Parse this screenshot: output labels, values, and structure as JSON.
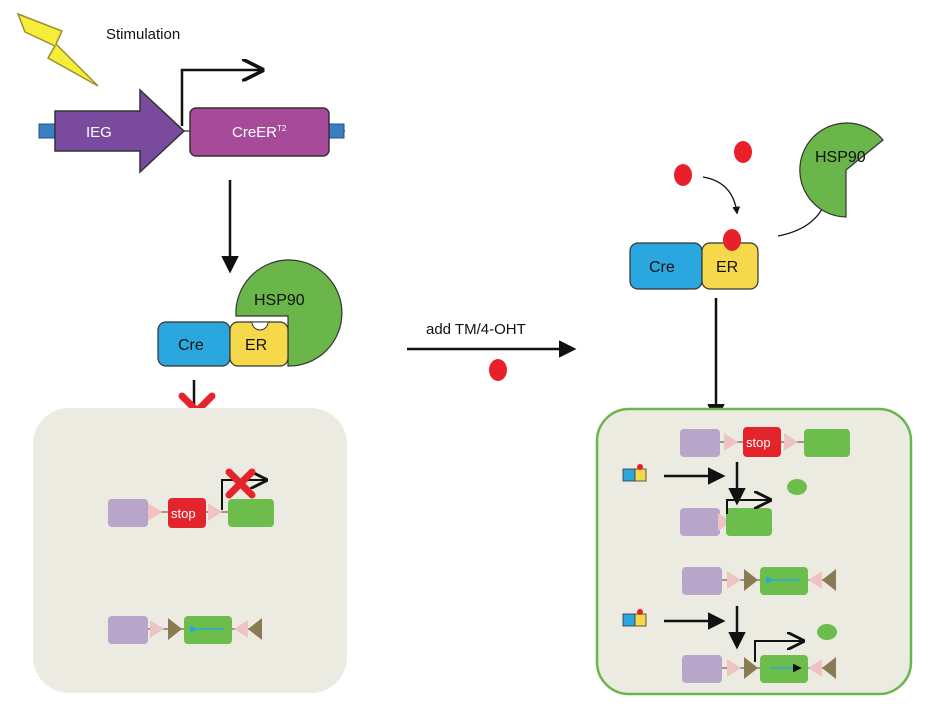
{
  "stimulation_label": "Stimulation",
  "gene_construct": {
    "promoter_label": "IEG",
    "gene_label": "CreER",
    "gene_superscript": "T2"
  },
  "inactive_complex": {
    "cre_label": "Cre",
    "er_label": "ER",
    "hsp_label": "HSP90"
  },
  "treatment_label": "add TM/4-OHT",
  "active_complex": {
    "cre_label": "Cre",
    "er_label": "ER",
    "hsp_label": "HSP90"
  },
  "reporter": {
    "stop_label": "stop"
  },
  "colors": {
    "ieg_purple": "#7a4a9e",
    "creer_magenta": "#a64a99",
    "cre_blue": "#2aa7df",
    "er_yellow": "#f6d94a",
    "hsp_green": "#6bb64a",
    "tamoxifen_red": "#e8202a",
    "stop_red": "#e4242b",
    "reporter_green": "#6cbd4c",
    "lilac": "#b7a6c9",
    "panel_bg": "#ecebe1",
    "panel_border_active": "#6bb64a"
  }
}
